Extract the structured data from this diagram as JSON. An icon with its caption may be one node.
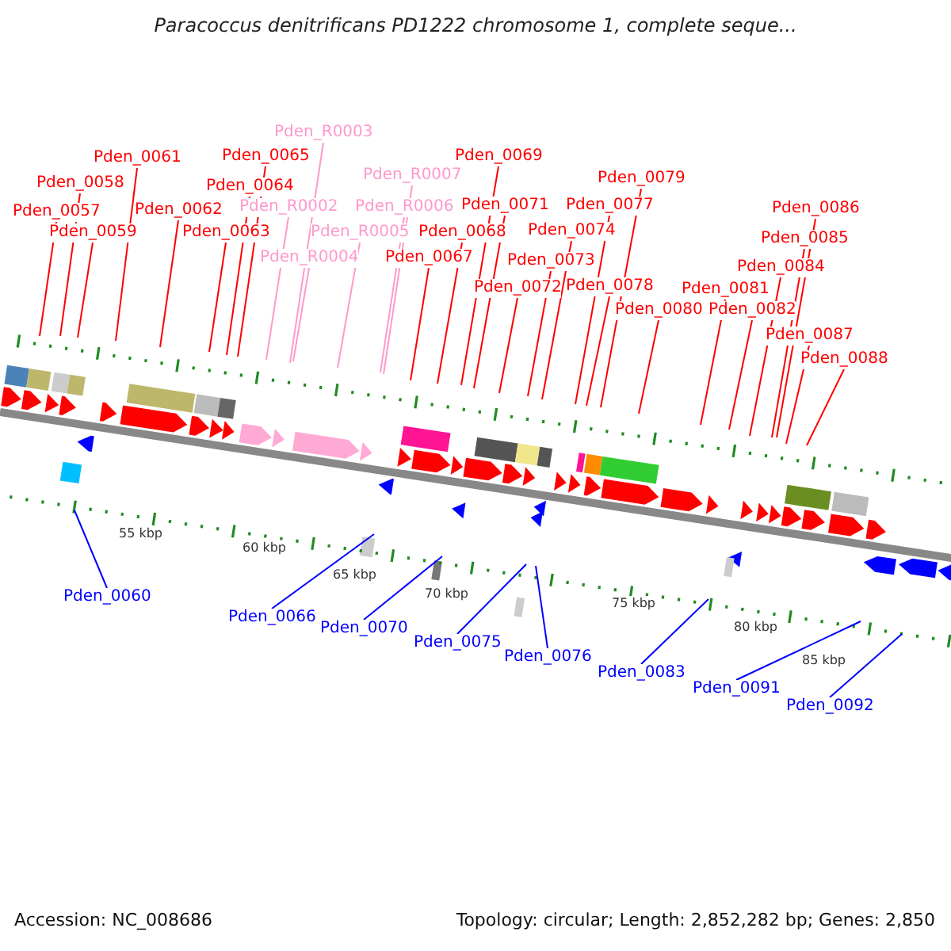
{
  "diagram": {
    "title": "Paracoccus denitrificans PD1222 chromosome 1, complete seque...",
    "nodes": [
      {
        "text": [
          "Pden_0057"
        ]
      },
      {
        "text": [
          "Pden_0058"
        ]
      },
      {
        "text": [
          "Pden_0059"
        ]
      },
      {
        "text": [
          "Pden_0061"
        ]
      },
      {
        "text": [
          "Pden_0062"
        ]
      },
      {
        "text": [
          "Pden_0063"
        ]
      },
      {
        "text": [
          "Pden_0064"
        ]
      },
      {
        "text": [
          "Pden_0065"
        ]
      },
      {
        "text": [
          "Pden_R0002"
        ]
      },
      {
        "text": [
          "Pden_R0003"
        ]
      },
      {
        "text": [
          "Pden_R0004"
        ]
      },
      {
        "text": [
          "Pden_R0005"
        ]
      },
      {
        "text": [
          "Pden_R0006"
        ]
      },
      {
        "text": [
          "Pden_R0007"
        ]
      },
      {
        "text": [
          "Pden_0067"
        ]
      },
      {
        "text": [
          "Pden_0068"
        ]
      },
      {
        "text": [
          "Pden_0069"
        ]
      },
      {
        "text": [
          "Pden_0071"
        ]
      },
      {
        "text": [
          "Pden_0072"
        ]
      },
      {
        "text": [
          "Pden_0073"
        ]
      },
      {
        "text": [
          "Pden_0074"
        ]
      },
      {
        "text": [
          "Pden_0077"
        ]
      },
      {
        "text": [
          "Pden_0078"
        ]
      },
      {
        "text": [
          "Pden_0079"
        ]
      },
      {
        "text": [
          "Pden_0080"
        ]
      },
      {
        "text": [
          "Pden_0081"
        ]
      },
      {
        "text": [
          "Pden_0082"
        ]
      },
      {
        "text": [
          "Pden_0084"
        ]
      },
      {
        "text": [
          "Pden_0085"
        ]
      },
      {
        "text": [
          "Pden_0086"
        ]
      },
      {
        "text": [
          "Pden_0087"
        ]
      },
      {
        "text": [
          "Pden_0088"
        ]
      },
      {
        "text": [
          "Pden_0060"
        ]
      },
      {
        "text": [
          "Pden_0066"
        ]
      },
      {
        "text": [
          "Pden_0070"
        ]
      },
      {
        "text": [
          "Pden_0075"
        ]
      },
      {
        "text": [
          "Pden_0076"
        ]
      },
      {
        "text": [
          "Pden_0083"
        ]
      },
      {
        "text": [
          "Pden_0091"
        ]
      },
      {
        "text": [
          "Pden_0092"
        ]
      }
    ],
    "edges": [
      {
        "from": 0,
        "to": null,
        "arrow": "none"
      },
      {
        "from": 1,
        "to": null,
        "arrow": "none"
      },
      {
        "from": 2,
        "to": null,
        "arrow": "none"
      },
      {
        "from": 3,
        "to": null,
        "arrow": "none"
      },
      {
        "from": 4,
        "to": null,
        "arrow": "none"
      },
      {
        "from": 5,
        "to": null,
        "arrow": "none"
      },
      {
        "from": 6,
        "to": null,
        "arrow": "none"
      },
      {
        "from": 7,
        "to": null,
        "arrow": "none"
      },
      {
        "from": 8,
        "to": null,
        "arrow": "none",
        "color": "#ff99cc"
      },
      {
        "from": 9,
        "to": null,
        "arrow": "none",
        "color": "#ff99cc"
      },
      {
        "from": 10,
        "to": null,
        "arrow": "none",
        "color": "#ff99cc"
      },
      {
        "from": 11,
        "to": null,
        "arrow": "none",
        "color": "#ff99cc"
      },
      {
        "from": 12,
        "to": null,
        "arrow": "none",
        "color": "#ff99cc"
      },
      {
        "from": 13,
        "to": null,
        "arrow": "none",
        "color": "#ff99cc"
      },
      {
        "from": 14,
        "to": null,
        "arrow": "none"
      },
      {
        "from": 15,
        "to": null,
        "arrow": "none"
      },
      {
        "from": 16,
        "to": null,
        "arrow": "none"
      },
      {
        "from": 17,
        "to": null,
        "arrow": "none"
      },
      {
        "from": 18,
        "to": null,
        "arrow": "none"
      },
      {
        "from": 19,
        "to": null,
        "arrow": "none"
      },
      {
        "from": 20,
        "to": null,
        "arrow": "none"
      },
      {
        "from": 21,
        "to": null,
        "arrow": "none"
      },
      {
        "from": 22,
        "to": null,
        "arrow": "none"
      },
      {
        "from": 23,
        "to": null,
        "arrow": "none"
      },
      {
        "from": 24,
        "to": null,
        "arrow": "none"
      },
      {
        "from": 25,
        "to": null,
        "arrow": "none"
      },
      {
        "from": 26,
        "to": null,
        "arrow": "none"
      },
      {
        "from": 27,
        "to": null,
        "arrow": "none"
      },
      {
        "from": 28,
        "to": null,
        "arrow": "none"
      },
      {
        "from": 29,
        "to": null,
        "arrow": "none"
      },
      {
        "from": 30,
        "to": null,
        "arrow": "none"
      },
      {
        "from": 31,
        "to": null,
        "arrow": "none"
      },
      {
        "from": 32,
        "to": null,
        "arrow": "none",
        "color": "#0000ff"
      },
      {
        "from": 33,
        "to": null,
        "arrow": "none",
        "color": "#0000ff"
      },
      {
        "from": 34,
        "to": null,
        "arrow": "none",
        "color": "#0000ff"
      },
      {
        "from": 35,
        "to": null,
        "arrow": "none",
        "color": "#0000ff"
      },
      {
        "from": 36,
        "to": null,
        "arrow": "none",
        "color": "#0000ff"
      },
      {
        "from": 37,
        "to": null,
        "arrow": "none",
        "color": "#0000ff"
      },
      {
        "from": 38,
        "to": null,
        "arrow": "none",
        "color": "#0000ff"
      },
      {
        "from": 39,
        "to": null,
        "arrow": "none",
        "color": "#0000ff"
      }
    ],
    "labels": [
      "55 kbp",
      "60 kbp",
      "65 kbp",
      "70 kbp",
      "75 kbp",
      "80 kbp",
      "85 kbp",
      "Accession: NC_008686",
      "Topology: circular; Length: 2,852,282 bp; Genes: 2,850"
    ]
  }
}
